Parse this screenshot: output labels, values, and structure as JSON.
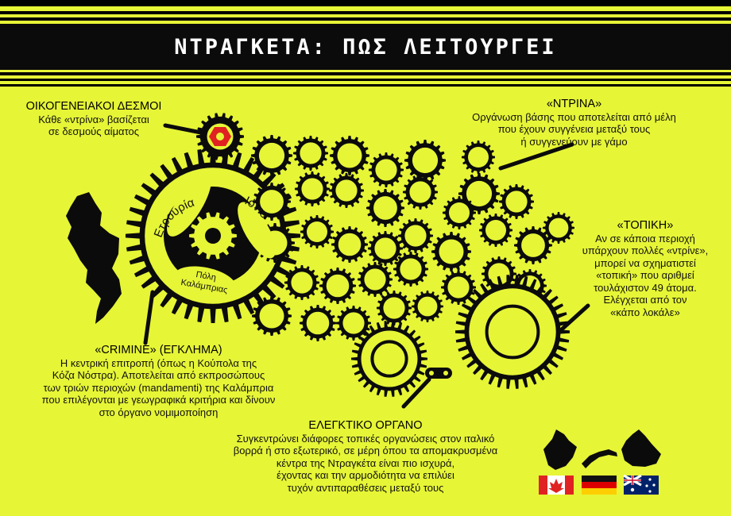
{
  "title": "ΝΤΡΑΓΚΕΤΑ: ΠΩΣ ΛΕΙΤΟΥΡΓΕΙ",
  "colors": {
    "background": "#e6f536",
    "gear": "#0b0b0b",
    "accent": "#e02222"
  },
  "annotations": {
    "family": {
      "heading": "ΟΙΚΟΓΕΝΕΙΑΚΟΙ ΔΕΣΜΟΙ",
      "body": "Κάθε «ντρίνα» βασίζεται\nσε δεσμούς αίματος"
    },
    "ntrina": {
      "heading": "«ΝΤΡΙΝΑ»",
      "body": "Οργάνωση βάσης που αποτελείται από μέλη\nπου έχουν συγγένεια μεταξύ τους\nή συγγενεύουν με γάμο"
    },
    "topiki": {
      "heading": "«ΤΟΠΙΚΗ»",
      "body": "Αν σε κάποια περιοχή\nυπάρχουν πολλές «ντρίνε»,\nμπορεί να σχηματιστεί\n«τοπική» που αριθμεί\nτουλάχιστον 49 άτομα.\nΕλέγχεται από τον\n«κάπο λοκάλε»"
    },
    "crimine": {
      "heading": "«CRIMINE» (ΕΓΚΛΗΜΑ)",
      "body": "Η κεντρική επιτροπή (όπως η Κούπολα της\nΚόζα Νόστρα). Αποτελείται από εκπροσώπους\nτων τριών περιοχών (mandamenti) της Καλάμπρια\nπου επιλέγονται με γεωγραφικά κριτήρια και δίνουν\nστο όργανο νομιμοποίηση"
    },
    "control": {
      "heading": "ΕΛΕΓΚΤΙΚΟ ΟΡΓΑΝΟ",
      "body": "Συγκεντρώνει διάφορες τοπικές οργανώσεις στον ιταλικό\nβορρά ή στο εξωτερικό, σε μέρη όπου τα απομακρυσμένα\nκέντρα της Ντραγκέτα είναι πιο ισχυρά,\nέχοντας και την αρμοδιότητα να επιλύει\nτυχόν αντιπαραθέσεις μεταξύ τους"
    }
  },
  "regions": {
    "r1": "Ετρουρία",
    "r2": "Ιόνιο",
    "r3_line1": "Πόλη",
    "r3_line2": "Καλάμπριας"
  },
  "flags": [
    "canada-flag",
    "germany-flag",
    "australia-flag"
  ]
}
